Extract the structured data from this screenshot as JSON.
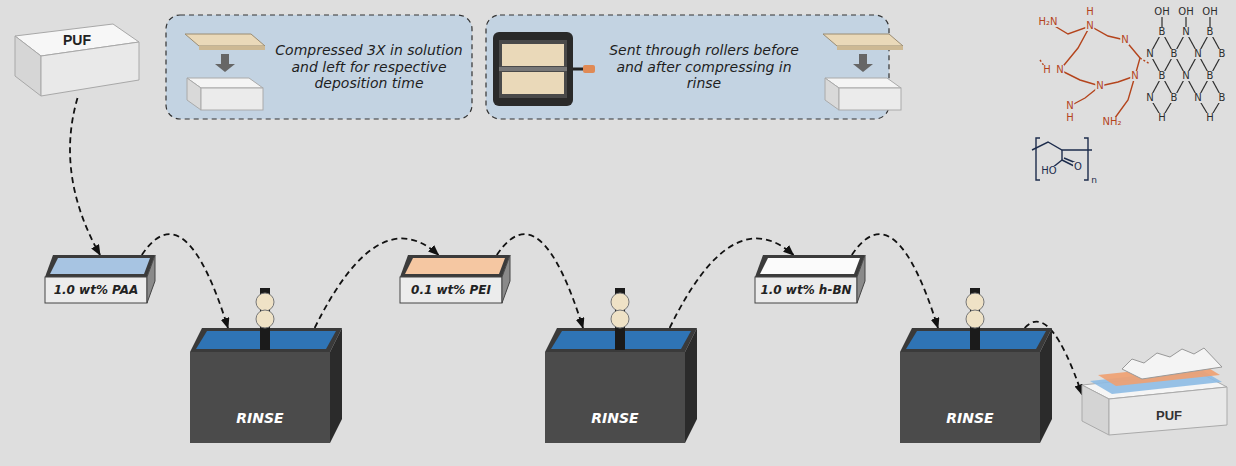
{
  "diagram": {
    "nodes": [
      {
        "text": [
          "PUF"
        ]
      },
      {
        "text": [
          "Compressed 3X in solution and left for respective deposition time"
        ]
      },
      {
        "text": [
          "Sent through rollers before and after compressing in rinse"
        ]
      },
      {
        "text": [
          "1.0 wt% PAA"
        ]
      },
      {
        "text": [
          "RINSE"
        ]
      },
      {
        "text": [
          "0.1 wt% PEI"
        ]
      },
      {
        "text": [
          "RINSE"
        ]
      },
      {
        "text": [
          "1.0 wt% h-BN"
        ]
      },
      {
        "text": [
          "RINSE"
        ]
      },
      {
        "text": [
          "PUF"
        ]
      }
    ],
    "edges": [
      {
        "from": 0,
        "to": 3,
        "arrow": "to"
      },
      {
        "from": 3,
        "to": 4,
        "arrow": "to"
      },
      {
        "from": 4,
        "to": 5,
        "arrow": "to"
      },
      {
        "from": 5,
        "to": 6,
        "arrow": "to"
      },
      {
        "from": 6,
        "to": 7,
        "arrow": "to"
      },
      {
        "from": 7,
        "to": 8,
        "arrow": "to"
      },
      {
        "from": 8,
        "to": 9,
        "arrow": "to"
      }
    ],
    "labels": [
      "H₂N",
      "H",
      "N",
      "N",
      "N",
      "H",
      "N",
      "N",
      "H",
      "N",
      "NH₂",
      "OH",
      "OH",
      "OH",
      "B",
      "N",
      "B",
      "N",
      "B",
      "N",
      "B",
      "B",
      "N",
      "B",
      "N",
      "B",
      "N",
      "B",
      "H",
      "H",
      "HO",
      "O",
      "n"
    ]
  }
}
